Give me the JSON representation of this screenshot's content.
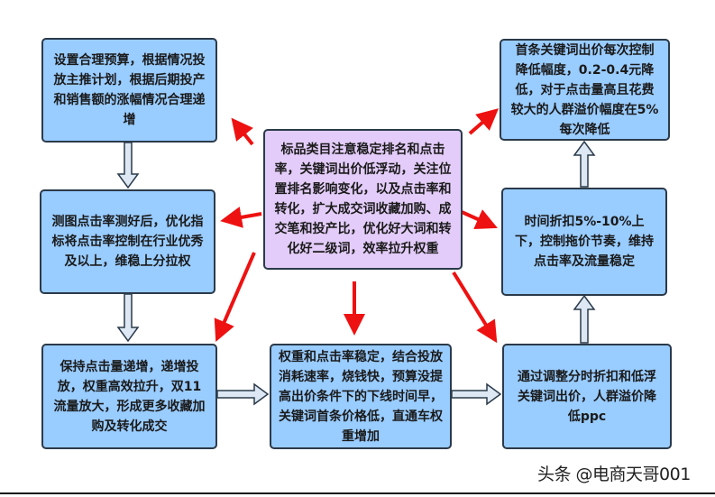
{
  "boxes": {
    "budget": "设置合理预算，根据情况投放主推计划，根据后期投产和销售额的涨幅情况合理递增",
    "ctr_test": "测图点击率测好后，优化指标将点击率控制在行业优秀及以上，维稳上分拉权",
    "growth": "保持点击量递增，递增投放，权重高效拉升，双11流量放大，形成更多收藏加购及转化成交",
    "weight_stable": "权重和点击率稳定，结合投放消耗速率，烧钱快，预算没提高出价条件下的下线时间早，关键词首条价格低，直通车权重增加",
    "lower_ppc": "通过调整分时折扣和低浮关键词出价，人群溢价降低ppc",
    "time_discount": "时间折扣5%-10%上下，控制拖价节奏，维持点击率及流量稳定",
    "bid_reduce": "首条关键词出价每次控制降低幅度，0.2-0.4元降低，对于点击量高且花费较大的人群溢价幅度在5%每次降低",
    "center": "标品类目注意稳定排名和点击率，关键词出价低浮动，关注位置排名影响变化，以及点击率和转化，扩大成交词收藏加购、成交笔和投产比，优化好大词和转化好二级词，效率拉升权重"
  },
  "watermark": "头条 @电商天哥001",
  "colors": {
    "box": "#99ccff",
    "center": "#e3ccf9",
    "arrow_red": "#ee1111",
    "hollow_arrow": "#dde8f4"
  }
}
